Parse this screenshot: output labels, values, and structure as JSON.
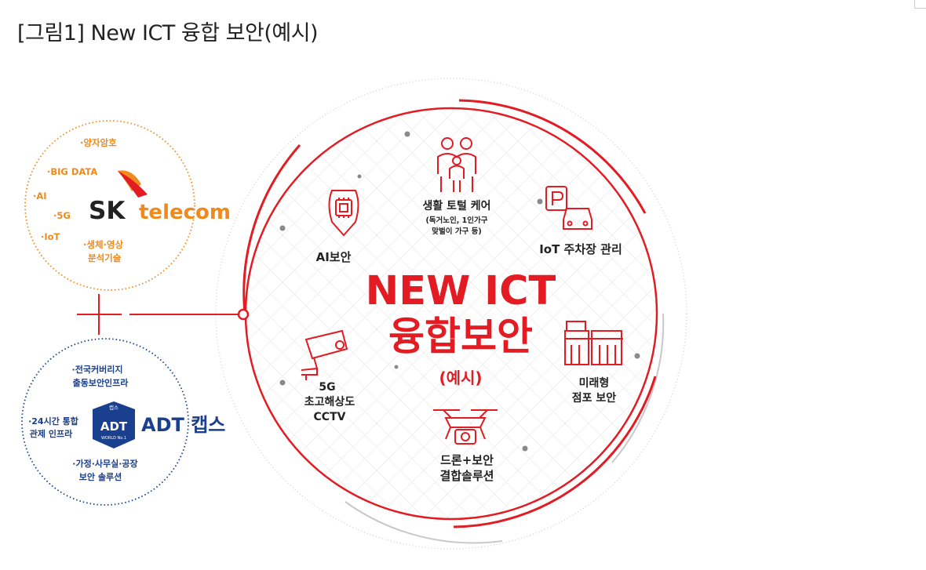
{
  "caption": "[그림1] New ICT 융합 보안(예시)",
  "colors": {
    "accent": "#e31b23",
    "orange": "#f08a1c",
    "navy": "#1a3f8f",
    "grey": "#8a8a8a"
  },
  "sk_cluster": {
    "logo_sk": "SK",
    "logo_telecom": "telecom",
    "items": [
      "·양자암호",
      "·BIG DATA",
      "·AI",
      "·5G",
      "·IoT",
      "·생체·영상",
      "분석기술"
    ]
  },
  "adt_cluster": {
    "logo_badge_top": "캡스",
    "logo_badge": "ADT",
    "logo_badge_bottom": "WORLD No.1",
    "logo_text": "ADT 캡스",
    "items": [
      "·전국커버리지",
      "출동보안인프라",
      "·24시간 통합",
      "관제 인프라",
      "·가정·사무실·공장",
      "보안 솔루션"
    ]
  },
  "center": {
    "line1": "NEW ICT",
    "line2": "융합보안",
    "line3": "(예시)"
  },
  "services": {
    "care_title": "생활 토털 케어",
    "care_sub1": "(독거노인, 1인가구",
    "care_sub2": "맞벌이 가구 등)",
    "ai_security": "AI보안",
    "iot_parking": "IoT 주차장 관리",
    "cctv_1": "5G",
    "cctv_2": "초고해상도",
    "cctv_3": "CCTV",
    "store_1": "미래형",
    "store_2": "점포 보안",
    "drone_1": "드론+보안",
    "drone_2": "결합솔루션"
  },
  "icons": [
    "family-icon",
    "chip-shield-icon",
    "parking-car-icon",
    "cctv-camera-icon",
    "store-icon",
    "drone-icon"
  ]
}
